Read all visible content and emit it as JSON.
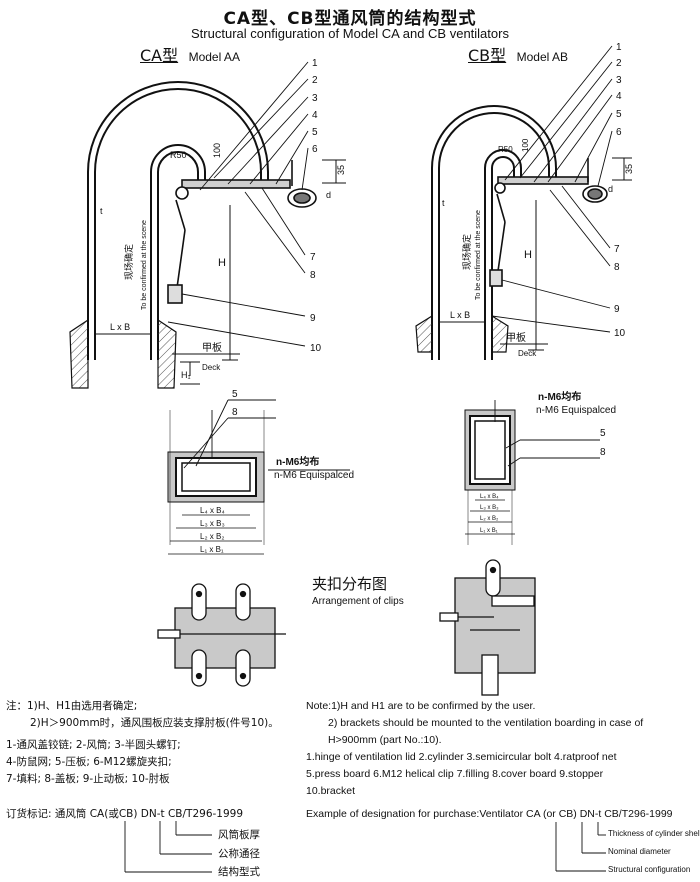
{
  "title": {
    "cn": "CA型、CB型通风筒的结构型式",
    "en": "Structural configuration of Model CA and CB ventilators"
  },
  "left_model": {
    "cn": "CA型",
    "en": "Model AA"
  },
  "right_model": {
    "cn": "CB型",
    "en": "Model AB"
  },
  "callouts": [
    "1",
    "2",
    "3",
    "4",
    "5",
    "6",
    "7",
    "8",
    "9",
    "10"
  ],
  "dims": {
    "r50": "R50",
    "d100": "100",
    "d35": "35",
    "d": "d",
    "t": "t",
    "H": "H",
    "H1": "H₁",
    "LxB": "L x B",
    "L4": "L₄ x B₄",
    "L3": "L₃ x B₃",
    "L2": "L₂ x B₂",
    "L1": "L₁ x B₁"
  },
  "site_cn": "现场确定",
  "site_en": "To be confirmed at the scene",
  "deck": {
    "cn": "甲板",
    "en": "Deck"
  },
  "m6": {
    "cn": "n-M6均布",
    "en": "n-M6 Equispalced"
  },
  "clips": {
    "cn": "夹扣分布图",
    "en": "Arrangement of clips"
  },
  "notes_cn": [
    "注：1)H、H1由选用者确定;",
    "2)H＞900mm时，通风围板应装支撑肘板(件号10)。",
    "1-通风盖铰链; 2-风筒; 3-半圆头螺钉;",
    "4-防鼠网; 5-压板; 6-M12螺旋夹扣;",
    "7-填料; 8-盖板; 9-止动板; 10-肘板"
  ],
  "notes_en": [
    "Note:1)H and H1 are to be confirmed by the user.",
    "2) brackets should be mounted to the ventilation boarding in case of",
    "H>900mm  (part No.:10).",
    "1.hinge of ventilation lid  2.cylinder  3.semicircular bolt  4.ratproof net",
    "5.press board  6.M12 helical clip  7.filling  8.cover board  9.stopper",
    "10.bracket"
  ],
  "designation_cn": {
    "label": "订货标记: 通风筒 CA(或CB) DN-t CB/T296-1999",
    "t": "风筒板厚",
    "dn": "公称通径",
    "type": "结构型式"
  },
  "designation_en": {
    "label": "Example of designation for purchase:Ventilator CA (or CB) DN-t CB/T296-1999",
    "t": "Thickness of cylinder shell",
    "dn": "Nominal diameter",
    "type": "Structural configuration"
  }
}
